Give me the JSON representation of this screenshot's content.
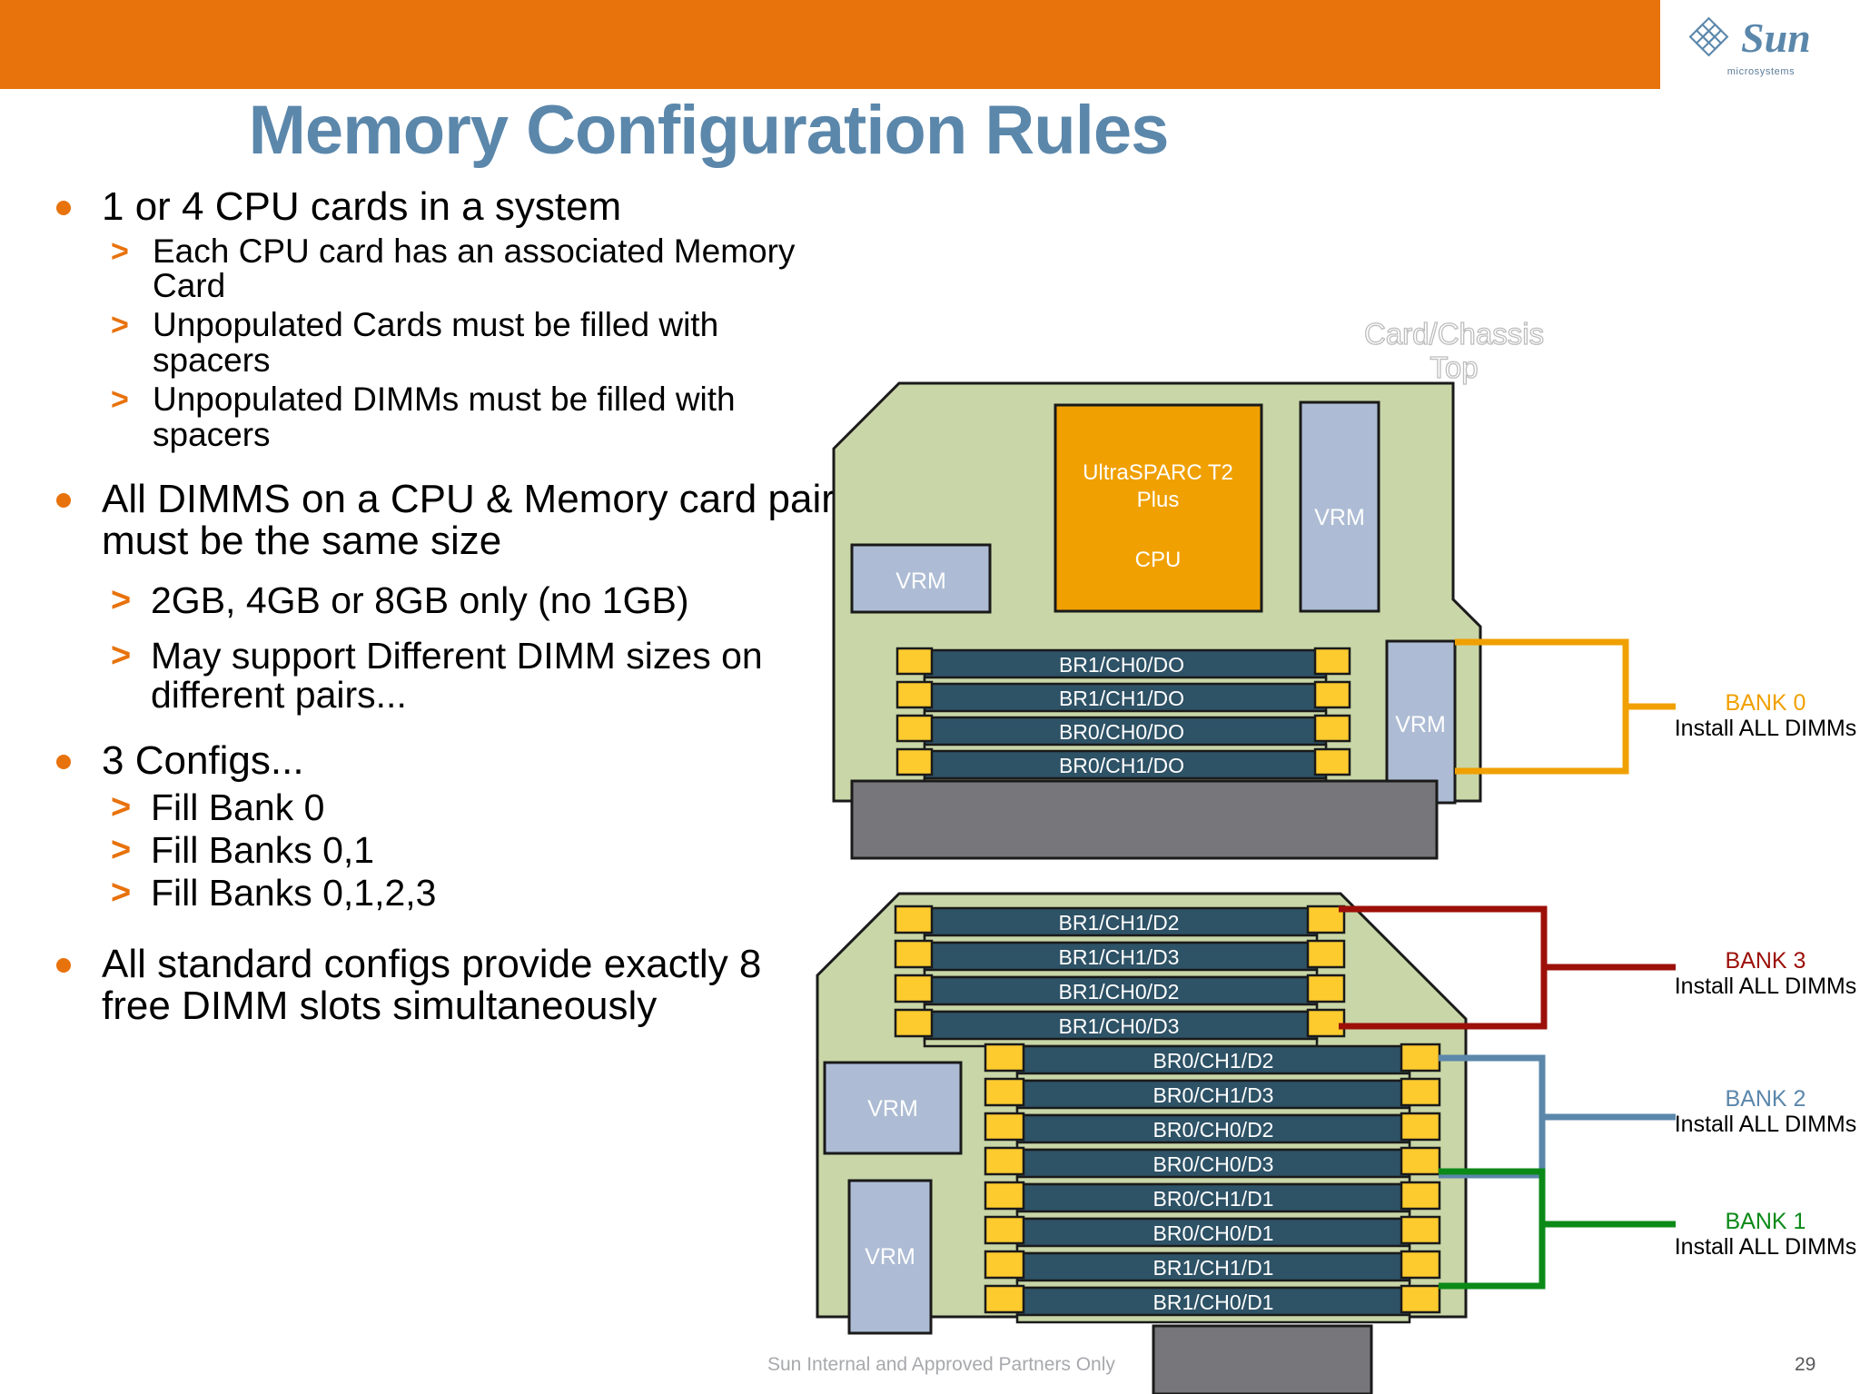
{
  "header": {
    "band_color": "#E8720C",
    "logo": {
      "name": "sun-microsystems-logo",
      "wordmark": "Sun",
      "subtext": "microsystems"
    }
  },
  "title": "Memory Configuration Rules",
  "title_color": "#5B87AB",
  "bullets": [
    {
      "level": 1,
      "text": "1 or 4 CPU cards in a system",
      "children": [
        "Each CPU card has an associated Memory Card",
        "Unpopulated Cards must be filled with spacers",
        "Unpopulated DIMMs must be filled with spacers"
      ]
    },
    {
      "level": 1,
      "text": "All DIMMS on a CPU & Memory card pair must be the same size",
      "children": [
        "2GB, 4GB or 8GB only (no 1GB)",
        "May support Different DIMM sizes on different pairs..."
      ]
    },
    {
      "level": 1,
      "text": "3 Configs...",
      "children": [
        "Fill Bank 0",
        "Fill Banks 0,1",
        "Fill Banks 0,1,2,3"
      ]
    },
    {
      "level": 1,
      "text": "All standard configs provide exactly 8 free DIMM slots simultaneously",
      "children": []
    }
  ],
  "diagram": {
    "chassis_top_label": "Card/Chassis\nTop",
    "colors": {
      "card_fill": "#C9D6A7",
      "card_stroke": "#1A1A1A",
      "cpu_fill": "#F0A000",
      "vrm_fill": "#ADBCD4",
      "dimm_fill": "#2E5266",
      "dimm_clip": "#FDCB2E",
      "connector_fill": "#77777B"
    },
    "upper_card": {
      "cpu": {
        "label_line1": "UltraSPARC T2",
        "label_line2": "Plus",
        "label_line3": "CPU"
      },
      "vrms": [
        "VRM",
        "VRM",
        "VRM"
      ],
      "dimms": [
        "BR1/CH0/DO",
        "BR1/CH1/DO",
        "BR0/CH0/DO",
        "BR0/CH1/DO"
      ]
    },
    "lower_card": {
      "vrms": [
        "VRM",
        "VRM"
      ],
      "dimms_upper_row": [
        "BR1/CH1/D2",
        "BR1/CH1/D3",
        "BR1/CH0/D2",
        "BR1/CH0/D3"
      ],
      "dimms_lower_row": [
        "BR0/CH1/D2",
        "BR0/CH1/D3",
        "BR0/CH0/D2",
        "BR0/CH0/D3",
        "BR0/CH1/D1",
        "BR0/CH0/D1",
        "BR1/CH1/D1",
        "BR1/CH0/D1"
      ]
    },
    "banks": [
      {
        "name": "BANK 0",
        "sub": "Install ALL DIMMs",
        "color": "#F0A000"
      },
      {
        "name": "BANK 3",
        "sub": "Install ALL DIMMs",
        "color": "#9C1009"
      },
      {
        "name": "BANK 2",
        "sub": "Install ALL DIMMs",
        "color": "#5B87AB"
      },
      {
        "name": "BANK 1",
        "sub": "Install ALL DIMMs",
        "color": "#0B8A18"
      }
    ]
  },
  "footer": {
    "note": "Sun Internal and Approved Partners Only",
    "page_number": "29"
  }
}
